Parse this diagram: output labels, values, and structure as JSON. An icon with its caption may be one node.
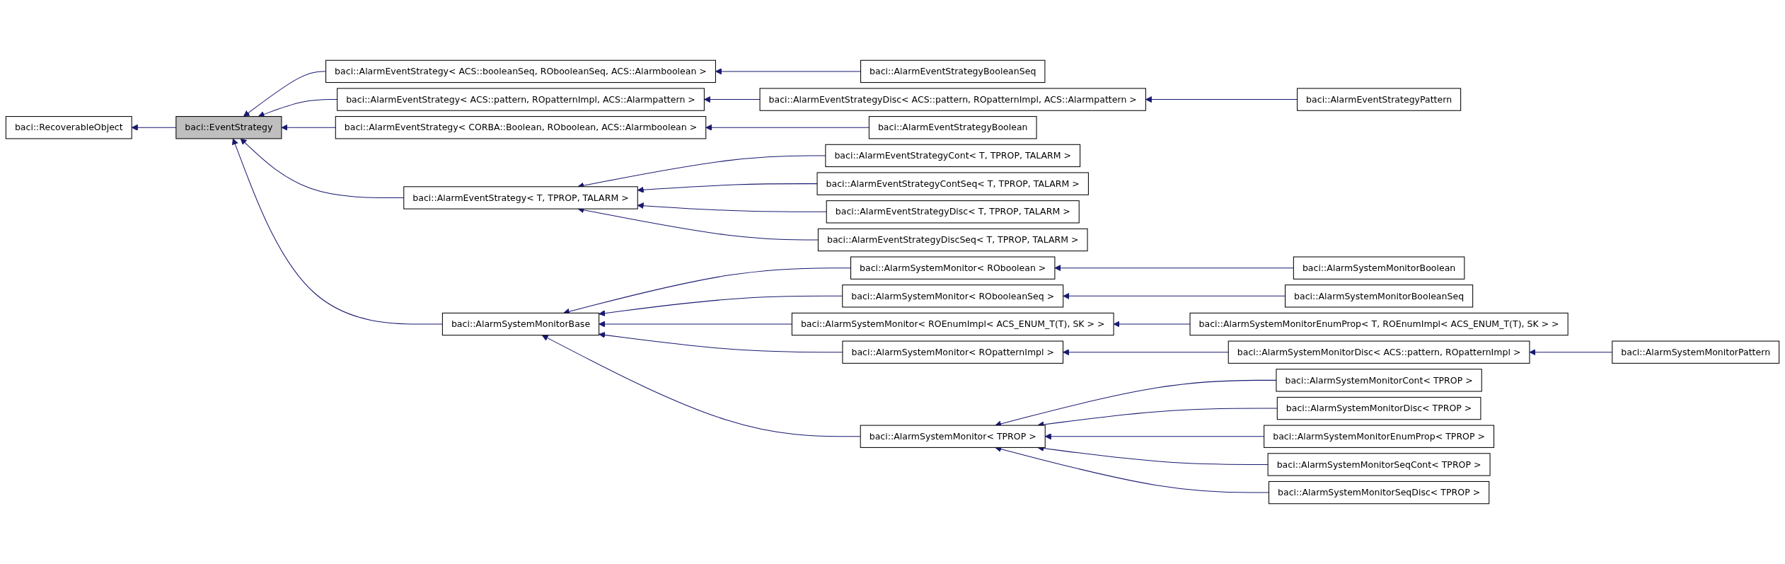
{
  "diagram": {
    "nodes": [
      {
        "text": [
          "baci::RecoverableObject"
        ]
      },
      {
        "text": [
          "baci::EventStrategy"
        ]
      },
      {
        "text": [
          "baci::AlarmEventStrategy< ACS::booleanSeq, RObooleanSeq, ACS::Alarmboolean >"
        ]
      },
      {
        "text": [
          "baci::AlarmEventStrategy< ACS::pattern, ROpatternImpl, ACS::Alarmpattern >"
        ]
      },
      {
        "text": [
          "baci::AlarmEventStrategy< CORBA::Boolean, ROboolean, ACS::Alarmboolean >"
        ]
      },
      {
        "text": [
          "baci::AlarmEventStrategy< T, TPROP, TALARM >"
        ]
      },
      {
        "text": [
          "baci::AlarmSystemMonitorBase"
        ]
      },
      {
        "text": [
          "baci::AlarmEventStrategyBooleanSeq"
        ]
      },
      {
        "text": [
          "baci::AlarmEventStrategyDisc< ACS::pattern, ROpatternImpl, ACS::Alarmpattern >"
        ]
      },
      {
        "text": [
          "baci::AlarmEventStrategyBoolean"
        ]
      },
      {
        "text": [
          "baci::AlarmEventStrategyCont< T, TPROP, TALARM >"
        ]
      },
      {
        "text": [
          "baci::AlarmEventStrategyContSeq< T, TPROP, TALARM >"
        ]
      },
      {
        "text": [
          "baci::AlarmEventStrategyDisc< T, TPROP, TALARM >"
        ]
      },
      {
        "text": [
          "baci::AlarmEventStrategyDiscSeq< T, TPROP, TALARM >"
        ]
      },
      {
        "text": [
          "baci::AlarmSystemMonitor< ROboolean >"
        ]
      },
      {
        "text": [
          "baci::AlarmSystemMonitor< RObooleanSeq >"
        ]
      },
      {
        "text": [
          "baci::AlarmSystemMonitor< ROEnumImpl< ACS_ENUM_T(T), SK > >"
        ]
      },
      {
        "text": [
          "baci::AlarmSystemMonitor< ROpatternImpl >"
        ]
      },
      {
        "text": [
          "baci::AlarmSystemMonitor< TPROP >"
        ]
      },
      {
        "text": [
          "baci::AlarmEventStrategyPattern"
        ]
      },
      {
        "text": [
          "baci::AlarmSystemMonitorBoolean"
        ]
      },
      {
        "text": [
          "baci::AlarmSystemMonitorBooleanSeq"
        ]
      },
      {
        "text": [
          "baci::AlarmSystemMonitorEnumProp< T, ROEnumImpl< ACS_ENUM_T(T), SK > >"
        ]
      },
      {
        "text": [
          "baci::AlarmSystemMonitorDisc< ACS::pattern, ROpatternImpl >"
        ]
      },
      {
        "text": [
          "baci::AlarmSystemMonitorCont< TPROP >"
        ]
      },
      {
        "text": [
          "baci::AlarmSystemMonitorDisc< TPROP >"
        ]
      },
      {
        "text": [
          "baci::AlarmSystemMonitorEnumProp< TPROP >"
        ]
      },
      {
        "text": [
          "baci::AlarmSystemMonitorSeqCont< TPROP >"
        ]
      },
      {
        "text": [
          "baci::AlarmSystemMonitorSeqDisc< TPROP >"
        ]
      },
      {
        "text": [
          "baci::AlarmSystemMonitorPattern"
        ]
      }
    ],
    "edges": [
      {
        "from": 1,
        "to": 0,
        "arrow": "to"
      },
      {
        "from": 2,
        "to": 1,
        "arrow": "to"
      },
      {
        "from": 3,
        "to": 1,
        "arrow": "to"
      },
      {
        "from": 4,
        "to": 1,
        "arrow": "to"
      },
      {
        "from": 5,
        "to": 1,
        "arrow": "to"
      },
      {
        "from": 6,
        "to": 1,
        "arrow": "to"
      },
      {
        "from": 7,
        "to": 2,
        "arrow": "to"
      },
      {
        "from": 8,
        "to": 3,
        "arrow": "to"
      },
      {
        "from": 19,
        "to": 8,
        "arrow": "to"
      },
      {
        "from": 9,
        "to": 4,
        "arrow": "to"
      },
      {
        "from": 10,
        "to": 5,
        "arrow": "to"
      },
      {
        "from": 11,
        "to": 5,
        "arrow": "to"
      },
      {
        "from": 12,
        "to": 5,
        "arrow": "to"
      },
      {
        "from": 13,
        "to": 5,
        "arrow": "to"
      },
      {
        "from": 14,
        "to": 6,
        "arrow": "to"
      },
      {
        "from": 15,
        "to": 6,
        "arrow": "to"
      },
      {
        "from": 16,
        "to": 6,
        "arrow": "to"
      },
      {
        "from": 17,
        "to": 6,
        "arrow": "to"
      },
      {
        "from": 18,
        "to": 6,
        "arrow": "to"
      },
      {
        "from": 20,
        "to": 14,
        "arrow": "to"
      },
      {
        "from": 21,
        "to": 15,
        "arrow": "to"
      },
      {
        "from": 22,
        "to": 16,
        "arrow": "to"
      },
      {
        "from": 23,
        "to": 17,
        "arrow": "to"
      },
      {
        "from": 29,
        "to": 23,
        "arrow": "to"
      },
      {
        "from": 24,
        "to": 18,
        "arrow": "to"
      },
      {
        "from": 25,
        "to": 18,
        "arrow": "to"
      },
      {
        "from": 26,
        "to": 18,
        "arrow": "to"
      },
      {
        "from": 27,
        "to": 18,
        "arrow": "to"
      },
      {
        "from": 28,
        "to": 18,
        "arrow": "to"
      }
    ]
  }
}
